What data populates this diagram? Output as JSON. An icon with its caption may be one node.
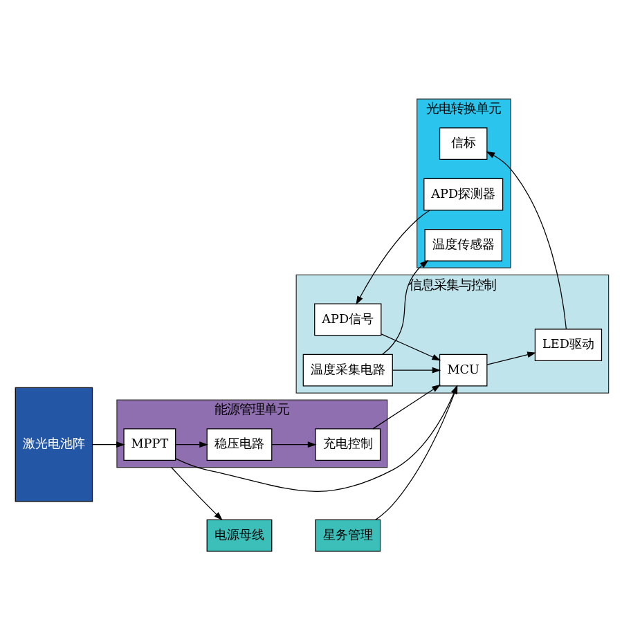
{
  "diagram": {
    "nodes": [
      {
        "text": [
          "光电转换单元"
        ]
      },
      {
        "text": [
          "激光电池阵"
        ]
      },
      {
        "text": [
          "信标"
        ],
        "in": 0
      },
      {
        "text": [
          "APD探测器"
        ],
        "in": 0
      },
      {
        "text": [
          "温度传感器"
        ],
        "in": 0
      },
      {
        "text": [
          "信息采集与控制"
        ]
      },
      {
        "text": [
          "LED驱动"
        ],
        "in": 5
      },
      {
        "text": [
          "APD信号"
        ],
        "in": 5
      },
      {
        "text": [
          "温度采集电路"
        ],
        "in": 5
      },
      {
        "text": [
          "MCU"
        ],
        "in": 5
      },
      {
        "text": [
          "能源管理单元"
        ]
      },
      {
        "text": [
          "稳压电路"
        ],
        "in": 10
      },
      {
        "text": [
          "充电控制"
        ],
        "in": 10
      },
      {
        "text": [
          "MPPT"
        ],
        "in": 10
      },
      {
        "text": [
          "电源母线"
        ]
      },
      {
        "text": [
          "星务管理"
        ]
      }
    ],
    "edges": [
      {
        "from": 6,
        "to": 2,
        "arrow": "to"
      },
      {
        "from": 3,
        "to": 7,
        "arrow": "to"
      },
      {
        "from": 9,
        "to": 6,
        "arrow": "to"
      },
      {
        "from": 7,
        "to": 9,
        "arrow": "to"
      },
      {
        "from": 8,
        "to": 4,
        "arrow": "to"
      },
      {
        "from": 8,
        "to": 9,
        "arrow": "to"
      },
      {
        "from": 12,
        "to": 9,
        "arrow": "to"
      },
      {
        "from": 13,
        "to": 9,
        "arrow": "to"
      },
      {
        "from": 15,
        "to": 9,
        "arrow": "to"
      },
      {
        "from": 1,
        "to": 13,
        "arrow": "to"
      },
      {
        "from": 13,
        "to": 11,
        "arrow": "to"
      },
      {
        "from": 11,
        "to": 12,
        "arrow": "to"
      },
      {
        "from": 10,
        "to": 14,
        "arrow": "to"
      }
    ]
  }
}
